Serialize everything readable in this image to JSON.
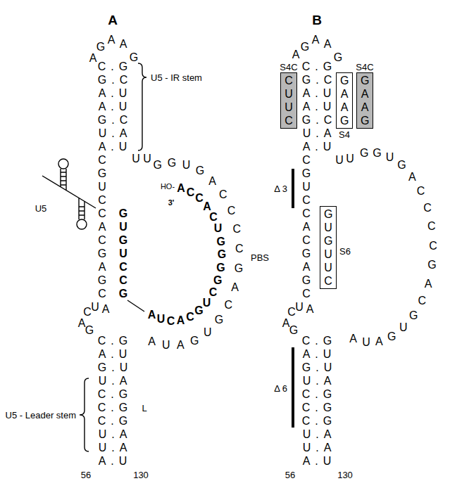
{
  "diagram": {
    "nodes": [
      {
        "text": [
          "S4C",
          "CUUC"
        ]
      },
      {
        "text": [
          "GAAG",
          "S4"
        ]
      },
      {
        "text": [
          "S4C",
          "GAAG"
        ]
      },
      {
        "text": [
          "GUGUUC",
          "S6"
        ]
      }
    ],
    "labels": [
      "A",
      "G",
      "A",
      "A",
      "A",
      "G",
      "C.G",
      "G.C",
      "A.U",
      "A.U",
      "G.C",
      "U.A",
      "A.U",
      "U5 - IR stem",
      "U",
      "U",
      "C",
      "G",
      "U",
      "C",
      "U5",
      "C",
      "G",
      "A",
      "U",
      "C",
      "G",
      "G",
      "U",
      "A",
      "C",
      "G",
      "C",
      "C",
      "G",
      "HO-",
      "A",
      "C",
      "C",
      "A",
      "C",
      "U",
      "G",
      "G",
      "G",
      "G",
      "C",
      "U",
      "G",
      "C",
      "A",
      "C",
      "U",
      "A",
      "3'",
      "G",
      "G",
      "U",
      "G",
      "A",
      "C",
      "C",
      "C",
      "C",
      "G",
      "A",
      "C",
      "G",
      "U",
      "G",
      "A",
      "U",
      "A",
      "PBS",
      "C",
      "U",
      "A",
      "A",
      "G",
      "C.G",
      "A.U",
      "G.U",
      "U.A",
      "C.G",
      "C.G",
      "C.G",
      "U.A",
      "U.A",
      "A.U",
      "U5 - Leader stem",
      "L",
      "56",
      "130",
      "B",
      "G",
      "A",
      "A",
      "A",
      "G",
      "C.G",
      "G.C",
      "A.U",
      "A.U",
      "G.C",
      "U.A",
      "A.U",
      "U",
      "U",
      "C",
      "G",
      "U",
      "C",
      "C",
      "A",
      "C",
      "G",
      "A",
      "G",
      "C",
      "Δ 3",
      "G",
      "G",
      "U",
      "G",
      "A",
      "C",
      "C",
      "C",
      "C",
      "G",
      "A",
      "C",
      "G",
      "U",
      "G",
      "A",
      "U",
      "A",
      "C",
      "U",
      "A",
      "A",
      "G",
      "C.G",
      "A.U",
      "G.U",
      "U.A",
      "C.G",
      "C.G",
      "C.G",
      "U.A",
      "U.A",
      "A.U",
      "Δ 6",
      "56",
      "130"
    ]
  }
}
